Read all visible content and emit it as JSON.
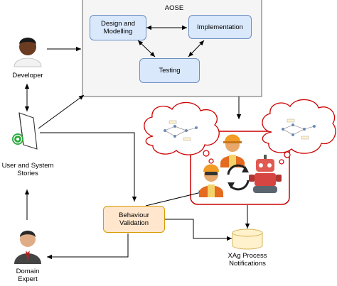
{
  "aose": {
    "title": "AOSE",
    "design": "Design and\nModelling",
    "implementation": "Implementation",
    "testing": "Testing"
  },
  "actors": {
    "developer": "Developer",
    "stories": "User and System\nStories",
    "expert": "Domain\nExpert"
  },
  "behaviour": "Behaviour\nValidation",
  "notifications": "XAg Process\nNotifications",
  "colors": {
    "aose_fill": "#f5f5f5",
    "blue_fill": "#dae8fc",
    "blue_stroke": "#6c8ebf",
    "orange_fill": "#ffe6cc",
    "orange_stroke": "#d79b00",
    "cloud_stroke": "#cc0000",
    "db_fill": "#fff2cc",
    "db_stroke": "#d6b656"
  },
  "icons": [
    "developer-person-icon",
    "document-icon",
    "domain-expert-icon",
    "robot-icon",
    "worker-agent-icon",
    "cycle-arrows-icon",
    "process-graph-icon",
    "database-icon"
  ]
}
